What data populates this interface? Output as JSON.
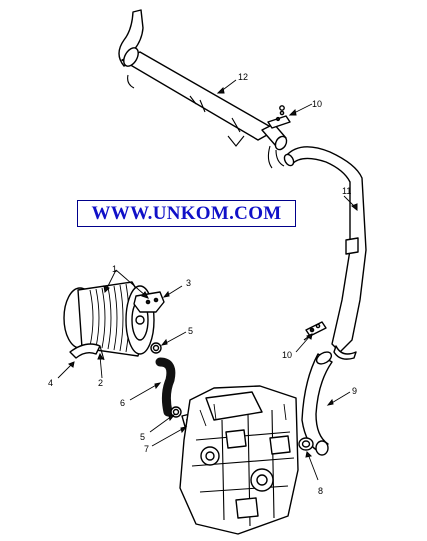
{
  "watermark": "WWW.UNKOM.COM",
  "callouts": {
    "c1": "1",
    "c2": "2",
    "c3": "3",
    "c4": "4",
    "c5a": "5",
    "c5b": "5",
    "c6": "6",
    "c7": "7",
    "c8": "8",
    "c9": "9",
    "c10a": "10",
    "c10b": "10",
    "c11": "11",
    "c12": "12"
  },
  "colors": {
    "line": "#000000",
    "watermark_text": "#1010c8",
    "watermark_border": "#00008b"
  }
}
